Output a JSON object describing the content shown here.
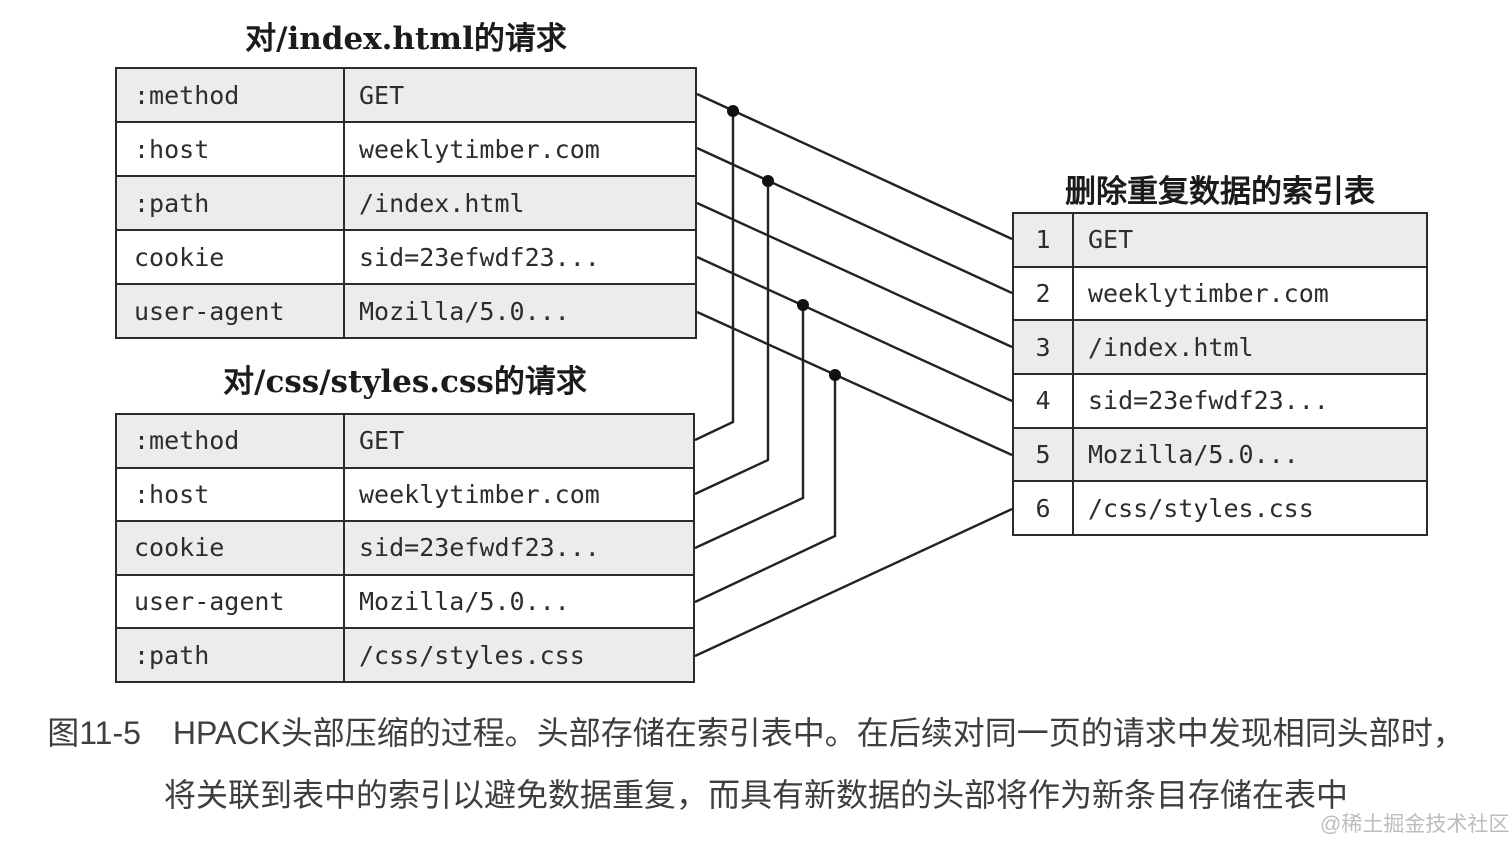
{
  "tables": {
    "request1": {
      "title": "对/index.html的请求",
      "rows": [
        {
          "key": ":method",
          "value": "GET"
        },
        {
          "key": ":host",
          "value": "weeklytimber.com"
        },
        {
          "key": ":path",
          "value": "/index.html"
        },
        {
          "key": "cookie",
          "value": "sid=23efwdf23..."
        },
        {
          "key": "user-agent",
          "value": "Mozilla/5.0..."
        }
      ]
    },
    "request2": {
      "title": "对/css/styles.css的请求",
      "rows": [
        {
          "key": ":method",
          "value": "GET"
        },
        {
          "key": ":host",
          "value": "weeklytimber.com"
        },
        {
          "key": "cookie",
          "value": "sid=23efwdf23..."
        },
        {
          "key": "user-agent",
          "value": "Mozilla/5.0..."
        },
        {
          "key": ":path",
          "value": "/css/styles.css"
        }
      ]
    },
    "index_table": {
      "title": "删除重复数据的索引表",
      "rows": [
        {
          "index": "1",
          "value": "GET"
        },
        {
          "index": "2",
          "value": "weeklytimber.com"
        },
        {
          "index": "3",
          "value": "/index.html"
        },
        {
          "index": "4",
          "value": "sid=23efwdf23..."
        },
        {
          "index": "5",
          "value": "Mozilla/5.0..."
        },
        {
          "index": "6",
          "value": "/css/styles.css"
        }
      ]
    }
  },
  "caption": {
    "line1": "图11-5　HPACK头部压缩的过程。头部存储在索引表中。在后续对同一页的请求中发现相同头部时，",
    "line2": "将关联到表中的索引以避免数据重复，而具有新数据的头部将作为新条目存储在表中"
  },
  "watermark": "@稀土掘金技术社区",
  "colors": {
    "row_alt": "#ececec",
    "border": "#2b2b2b",
    "connector_line": "#222222",
    "caption_text": "#3e3e3e",
    "watermark_text": "#bdbdbd"
  }
}
